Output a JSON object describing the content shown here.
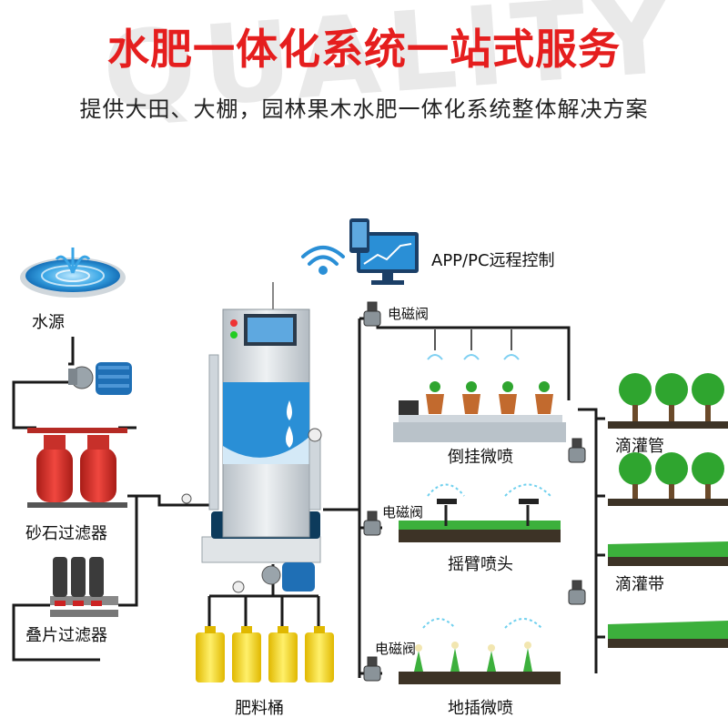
{
  "header": {
    "watermark": "QUALITY",
    "title": "水肥一体化系统一站式服务",
    "subtitle": "提供大田、大棚，园林果木水肥一体化系统整体解决方案"
  },
  "components": {
    "water_source": "水源",
    "sand_filter": "砂石过滤器",
    "disc_filter": "叠片过滤器",
    "fertilizer_bucket": "肥料桶",
    "remote_control": "APP/PC远程控制",
    "valve_top": "电磁阀",
    "valve_mid": "电磁阀",
    "valve_bottom": "电磁阀",
    "hanging_spray": "倒挂微喷",
    "rocker_nozzle": "摇臂喷头",
    "ground_spray": "地插微喷",
    "drip_pipe": "滴灌管",
    "drip_tape": "滴灌带"
  },
  "colors": {
    "title_red": "#e51e1e",
    "pipe": "#1a1a1a",
    "cabinet": "#cfd6dc",
    "cabinet_blue": "#2a8fd6",
    "filter_red": "#d9322b",
    "bucket_yellow": "#f5d21f",
    "pump_blue": "#1f6fb5",
    "plant_green": "#2fa52f"
  }
}
